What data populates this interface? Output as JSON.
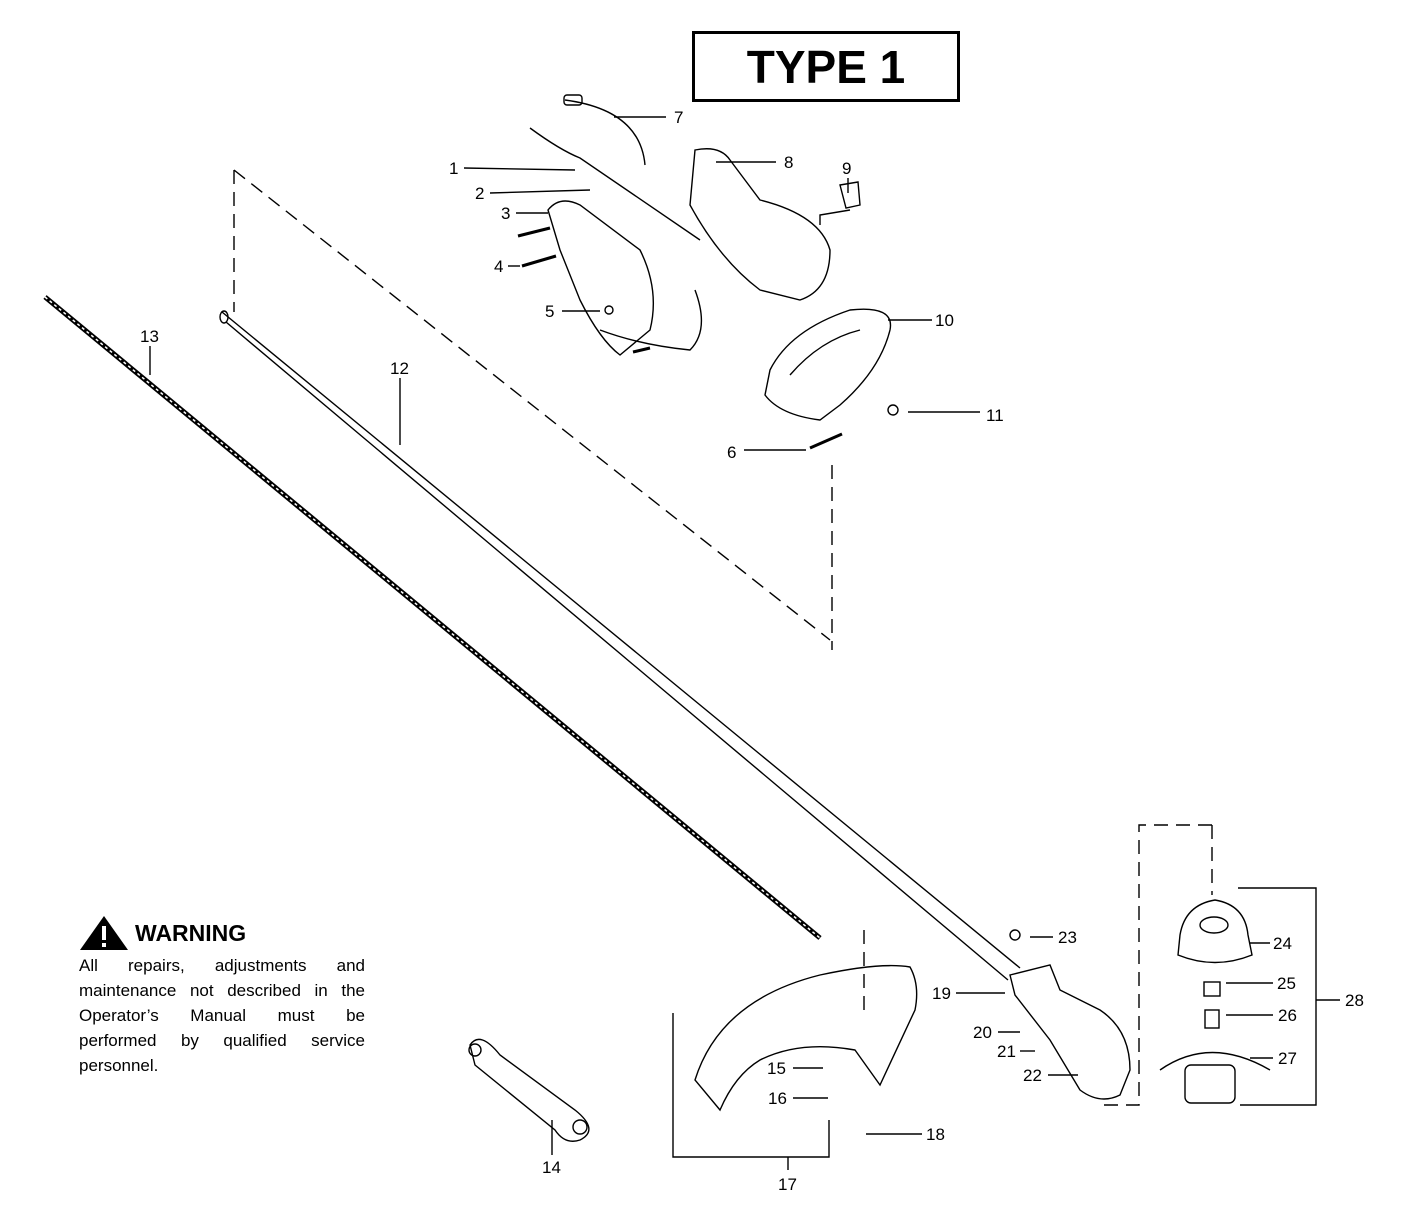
{
  "title": "TYPE 1",
  "warning": {
    "heading": "WARNING",
    "body": "All repairs, adjustments and maintenance not described in the Operator’s Manual must be performed by qualified service personnel.",
    "icon": "warning-triangle-icon"
  },
  "part_labels": {
    "p1": "1",
    "p2": "2",
    "p3": "3",
    "p4": "4",
    "p5": "5",
    "p6": "6",
    "p7": "7",
    "p8": "8",
    "p9": "9",
    "p10": "10",
    "p11": "11",
    "p12": "12",
    "p13": "13",
    "p14": "14",
    "p15": "15",
    "p16": "16",
    "p17": "17",
    "p18": "18",
    "p19": "19",
    "p20": "20",
    "p21": "21",
    "p22": "22",
    "p23": "23",
    "p24": "24",
    "p25": "25",
    "p26": "26",
    "p27": "27",
    "p28": "28"
  }
}
